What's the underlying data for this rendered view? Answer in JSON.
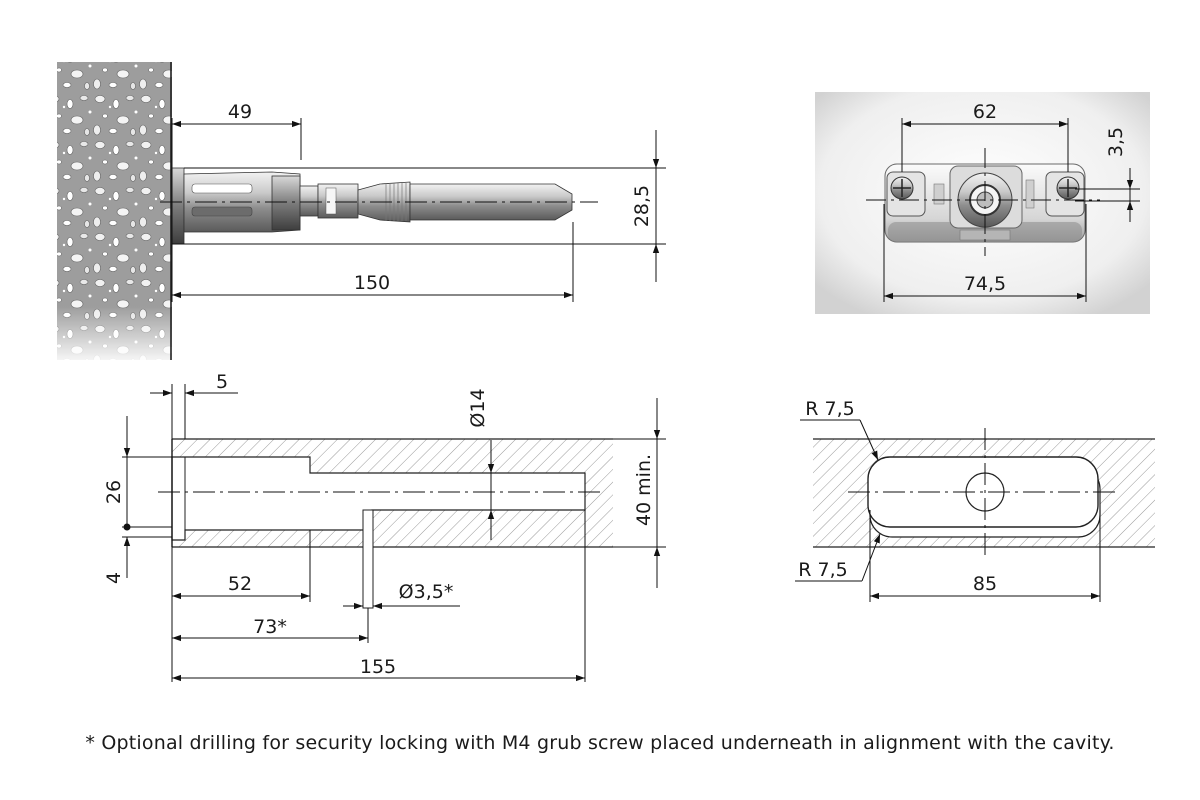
{
  "side_view": {
    "dim_49": "49",
    "dim_150": "150",
    "dim_28_5": "28,5"
  },
  "front_view": {
    "dim_62": "62",
    "dim_3_5": "3,5",
    "dim_74_5": "74,5"
  },
  "section_view": {
    "dim_5": "5",
    "dim_26": "26",
    "dim_4": "4",
    "dim_d14": "Ø14",
    "dim_40min": "40 min.",
    "dim_52": "52",
    "dim_d3_5": "Ø3,5*",
    "dim_73": "73*",
    "dim_155": "155"
  },
  "cavity_view": {
    "radius_top": "R 7,5",
    "radius_bottom": "R 7,5",
    "dim_85": "85"
  },
  "footnote": "* Optional drilling for security locking with M4 grub screw placed underneath in alignment with the cavity."
}
